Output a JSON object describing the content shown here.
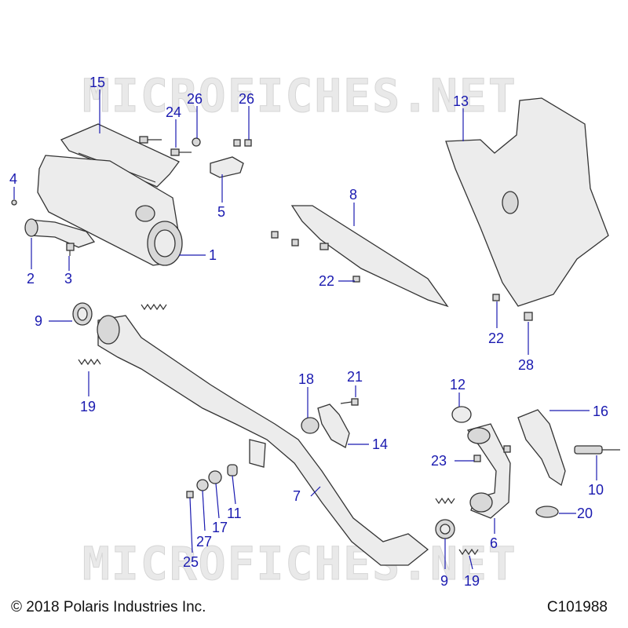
{
  "watermark": "MICROFICHES.NET",
  "copyright": "© 2018 Polaris Industries Inc.",
  "diagram_code": "C101988",
  "callouts": {
    "c1": "1",
    "c2": "2",
    "c3": "3",
    "c4": "4",
    "c5": "5",
    "c6": "6",
    "c7": "7",
    "c8": "8",
    "c9a": "9",
    "c9b": "9",
    "c10": "10",
    "c11": "11",
    "c12": "12",
    "c13": "13",
    "c14": "14",
    "c15": "15",
    "c16": "16",
    "c17": "17",
    "c18": "18",
    "c19a": "19",
    "c19b": "19",
    "c20": "20",
    "c21": "21",
    "c22a": "22",
    "c22b": "22",
    "c23": "23",
    "c24": "24",
    "c25": "25",
    "c26a": "26",
    "c26b": "26",
    "c27": "27",
    "c28": "28"
  },
  "colors": {
    "callout": "#1a1ab0",
    "line_art": "#333333"
  }
}
